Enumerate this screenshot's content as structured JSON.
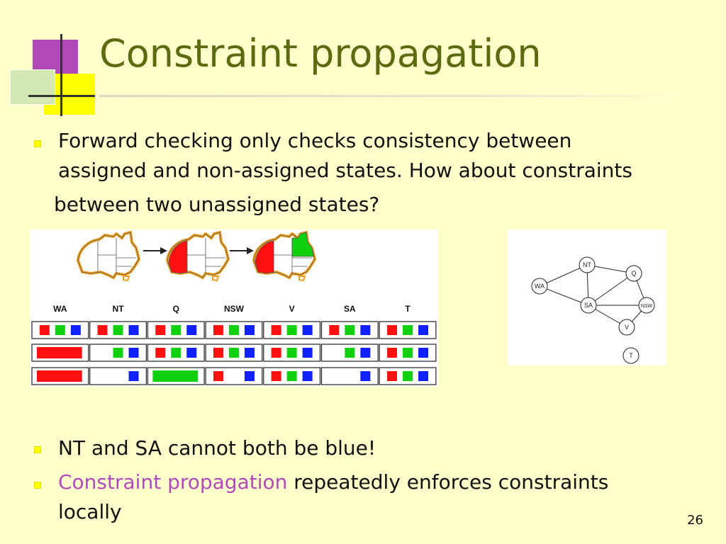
{
  "slide": {
    "title": "Constraint propagation",
    "page_number": "26",
    "bullets": [
      {
        "lines": [
          "Forward checking only checks consistency between",
          "assigned and non-assigned states. How about constraints",
          "between two unassigned states?"
        ]
      },
      {
        "text": "NT and SA cannot both be blue!"
      },
      {
        "accent": "Constraint propagation",
        "rest": " repeatedly enforces constraints",
        "line2": "locally"
      }
    ]
  },
  "figure": {
    "columns": [
      "WA",
      "NT",
      "Q",
      "NSW",
      "V",
      "SA",
      "T"
    ],
    "rows": [
      [
        [
          "R",
          "G",
          "B"
        ],
        [
          "R",
          "G",
          "B"
        ],
        [
          "R",
          "G",
          "B"
        ],
        [
          "R",
          "G",
          "B"
        ],
        [
          "R",
          "G",
          "B"
        ],
        [
          "R",
          "G",
          "B"
        ],
        [
          "R",
          "G",
          "B"
        ]
      ],
      [
        [
          "R"
        ],
        [
          "G",
          "B"
        ],
        [
          "R",
          "G",
          "B"
        ],
        [
          "R",
          "G",
          "B"
        ],
        [
          "R",
          "G",
          "B"
        ],
        [
          "G",
          "B"
        ],
        [
          "R",
          "G",
          "B"
        ]
      ],
      [
        [
          "R"
        ],
        [
          "B"
        ],
        [
          "G"
        ],
        [
          "R",
          "B"
        ],
        [
          "R",
          "G",
          "B"
        ],
        [
          "B"
        ],
        [
          "R",
          "G",
          "B"
        ]
      ]
    ],
    "graph_nodes": [
      "NT",
      "Q",
      "WA",
      "SA",
      "NSW",
      "V",
      "T"
    ],
    "colors": {
      "R": "#ff1010",
      "G": "#10d010",
      "B": "#1020ff",
      "outline": "#f0a020"
    }
  }
}
